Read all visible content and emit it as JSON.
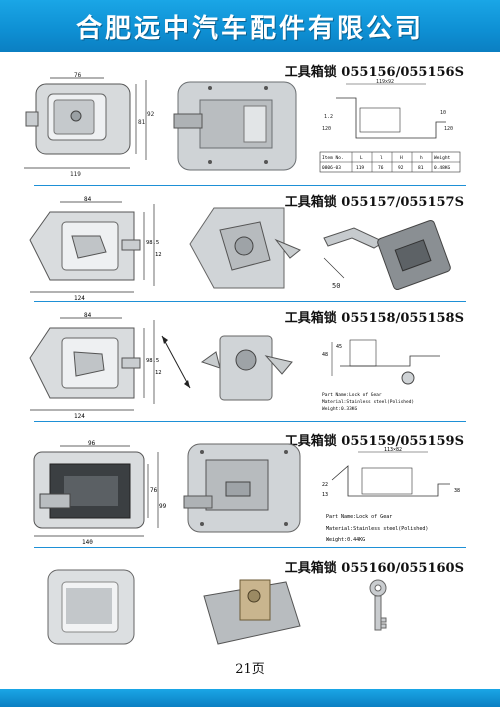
{
  "header": {
    "title": "合肥远中汽车配件有限公司"
  },
  "products": [
    {
      "title": "工具箱锁 055156/055156S",
      "dims": {
        "width": "119",
        "inner": "76",
        "h1": "81",
        "h2": "92"
      },
      "spec_table": {
        "headers": [
          "Item No.",
          "L",
          "l",
          "H",
          "h",
          "Weight"
        ],
        "row": [
          "0806-03",
          "119",
          "76",
          "92",
          "81",
          "0.48KG"
        ]
      },
      "side_labels": [
        "119x92",
        "1.2",
        "120",
        "120",
        "10"
      ]
    },
    {
      "title": "工具箱锁 055157/055157S",
      "dims": {
        "width": "124",
        "inner": "84",
        "h1": "98.5",
        "h2": "121"
      },
      "side_labels": [
        "50"
      ]
    },
    {
      "title": "工具箱锁 055158/055158S",
      "dims": {
        "width": "124",
        "inner": "84",
        "h1": "98.5",
        "h2": "121"
      },
      "side_labels": [
        "48",
        "45"
      ],
      "part_info": [
        "Part Name:Lock of Gear",
        "Material:Stainless steel(Polished)",
        "Weight:0.33KG"
      ]
    },
    {
      "title": "工具箱锁 055159/055159S",
      "dims": {
        "width": "140",
        "inner": "96",
        "h1": "76",
        "h2": "99"
      },
      "side_labels": [
        "113×82",
        "38",
        "22",
        "13"
      ],
      "part_info": [
        "Part Name:Lock of Gear",
        "Material:Stainless steel(Polished)",
        "Weight:0.44KG"
      ]
    },
    {
      "title": "工具箱锁 055160/055160S"
    }
  ],
  "page": {
    "number": "21页"
  },
  "colors": {
    "accent": "#1e90d6",
    "header": "#0e8fd3"
  }
}
